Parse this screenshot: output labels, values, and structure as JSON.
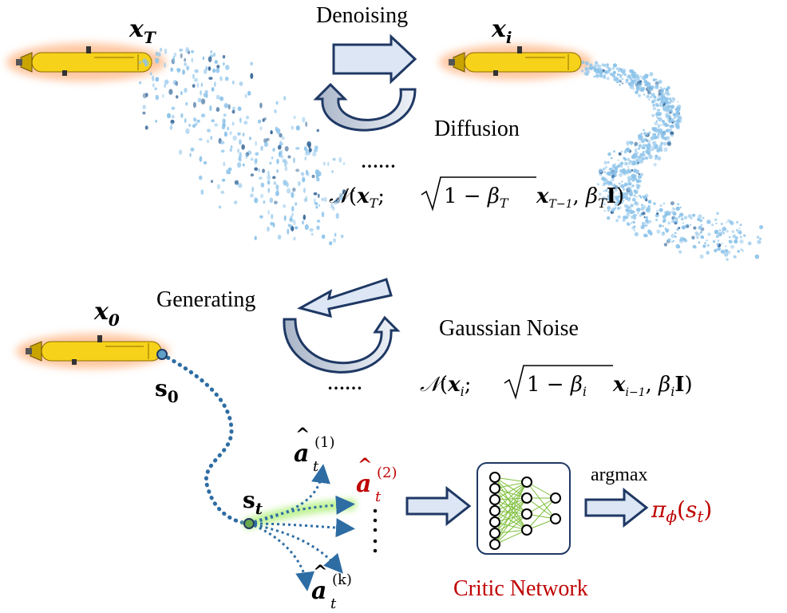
{
  "labels": {
    "xT": {
      "base": "x",
      "sub": "T"
    },
    "xi": {
      "base": "x",
      "sub": "i"
    },
    "x0": {
      "base": "x",
      "sub": "0"
    },
    "denoising": "Denoising",
    "diffusion": "Diffusion",
    "generating": "Generating",
    "gaussian_noise": "Gaussian Noise",
    "ellipsis_top": "……",
    "ellipsis_mid": "……",
    "s0": {
      "base": "s",
      "sub": "0"
    },
    "st": {
      "base": "s",
      "sub": "t"
    },
    "a1": {
      "base": "a",
      "sub": "t",
      "sup": "(1)"
    },
    "a2": {
      "base": "a",
      "sub": "t",
      "sup": "(2)"
    },
    "ak": {
      "base": "a",
      "sub": "t",
      "sup": "(k)"
    },
    "argmax": "argmax",
    "policy": {
      "pi": "π",
      "phi": "ϕ",
      "arg": "s",
      "argsub": "t"
    },
    "critic_network": "Critic Network"
  },
  "formulas": {
    "top": {
      "N": "𝒩",
      "x": "x",
      "xsub": "T",
      "one_minus": "1 − ",
      "beta": "β",
      "bsub": "T",
      "xprev_sub": "T−1",
      "I": "I"
    },
    "bottom": {
      "N": "𝒩",
      "x": "x",
      "xsub": "i",
      "one_minus": "1 − ",
      "beta": "β",
      "bsub": "i",
      "xprev_sub": "i−1",
      "I": "I"
    }
  },
  "colors": {
    "arrow_fill": "#dce6f4",
    "arrow_stroke": "#1f3864",
    "red_label": "#c00000",
    "dots": "#8ec4ea",
    "path_dots": "#2e6da4",
    "auv_yellow": "#f7d21a",
    "glow": "#ff9a55"
  }
}
